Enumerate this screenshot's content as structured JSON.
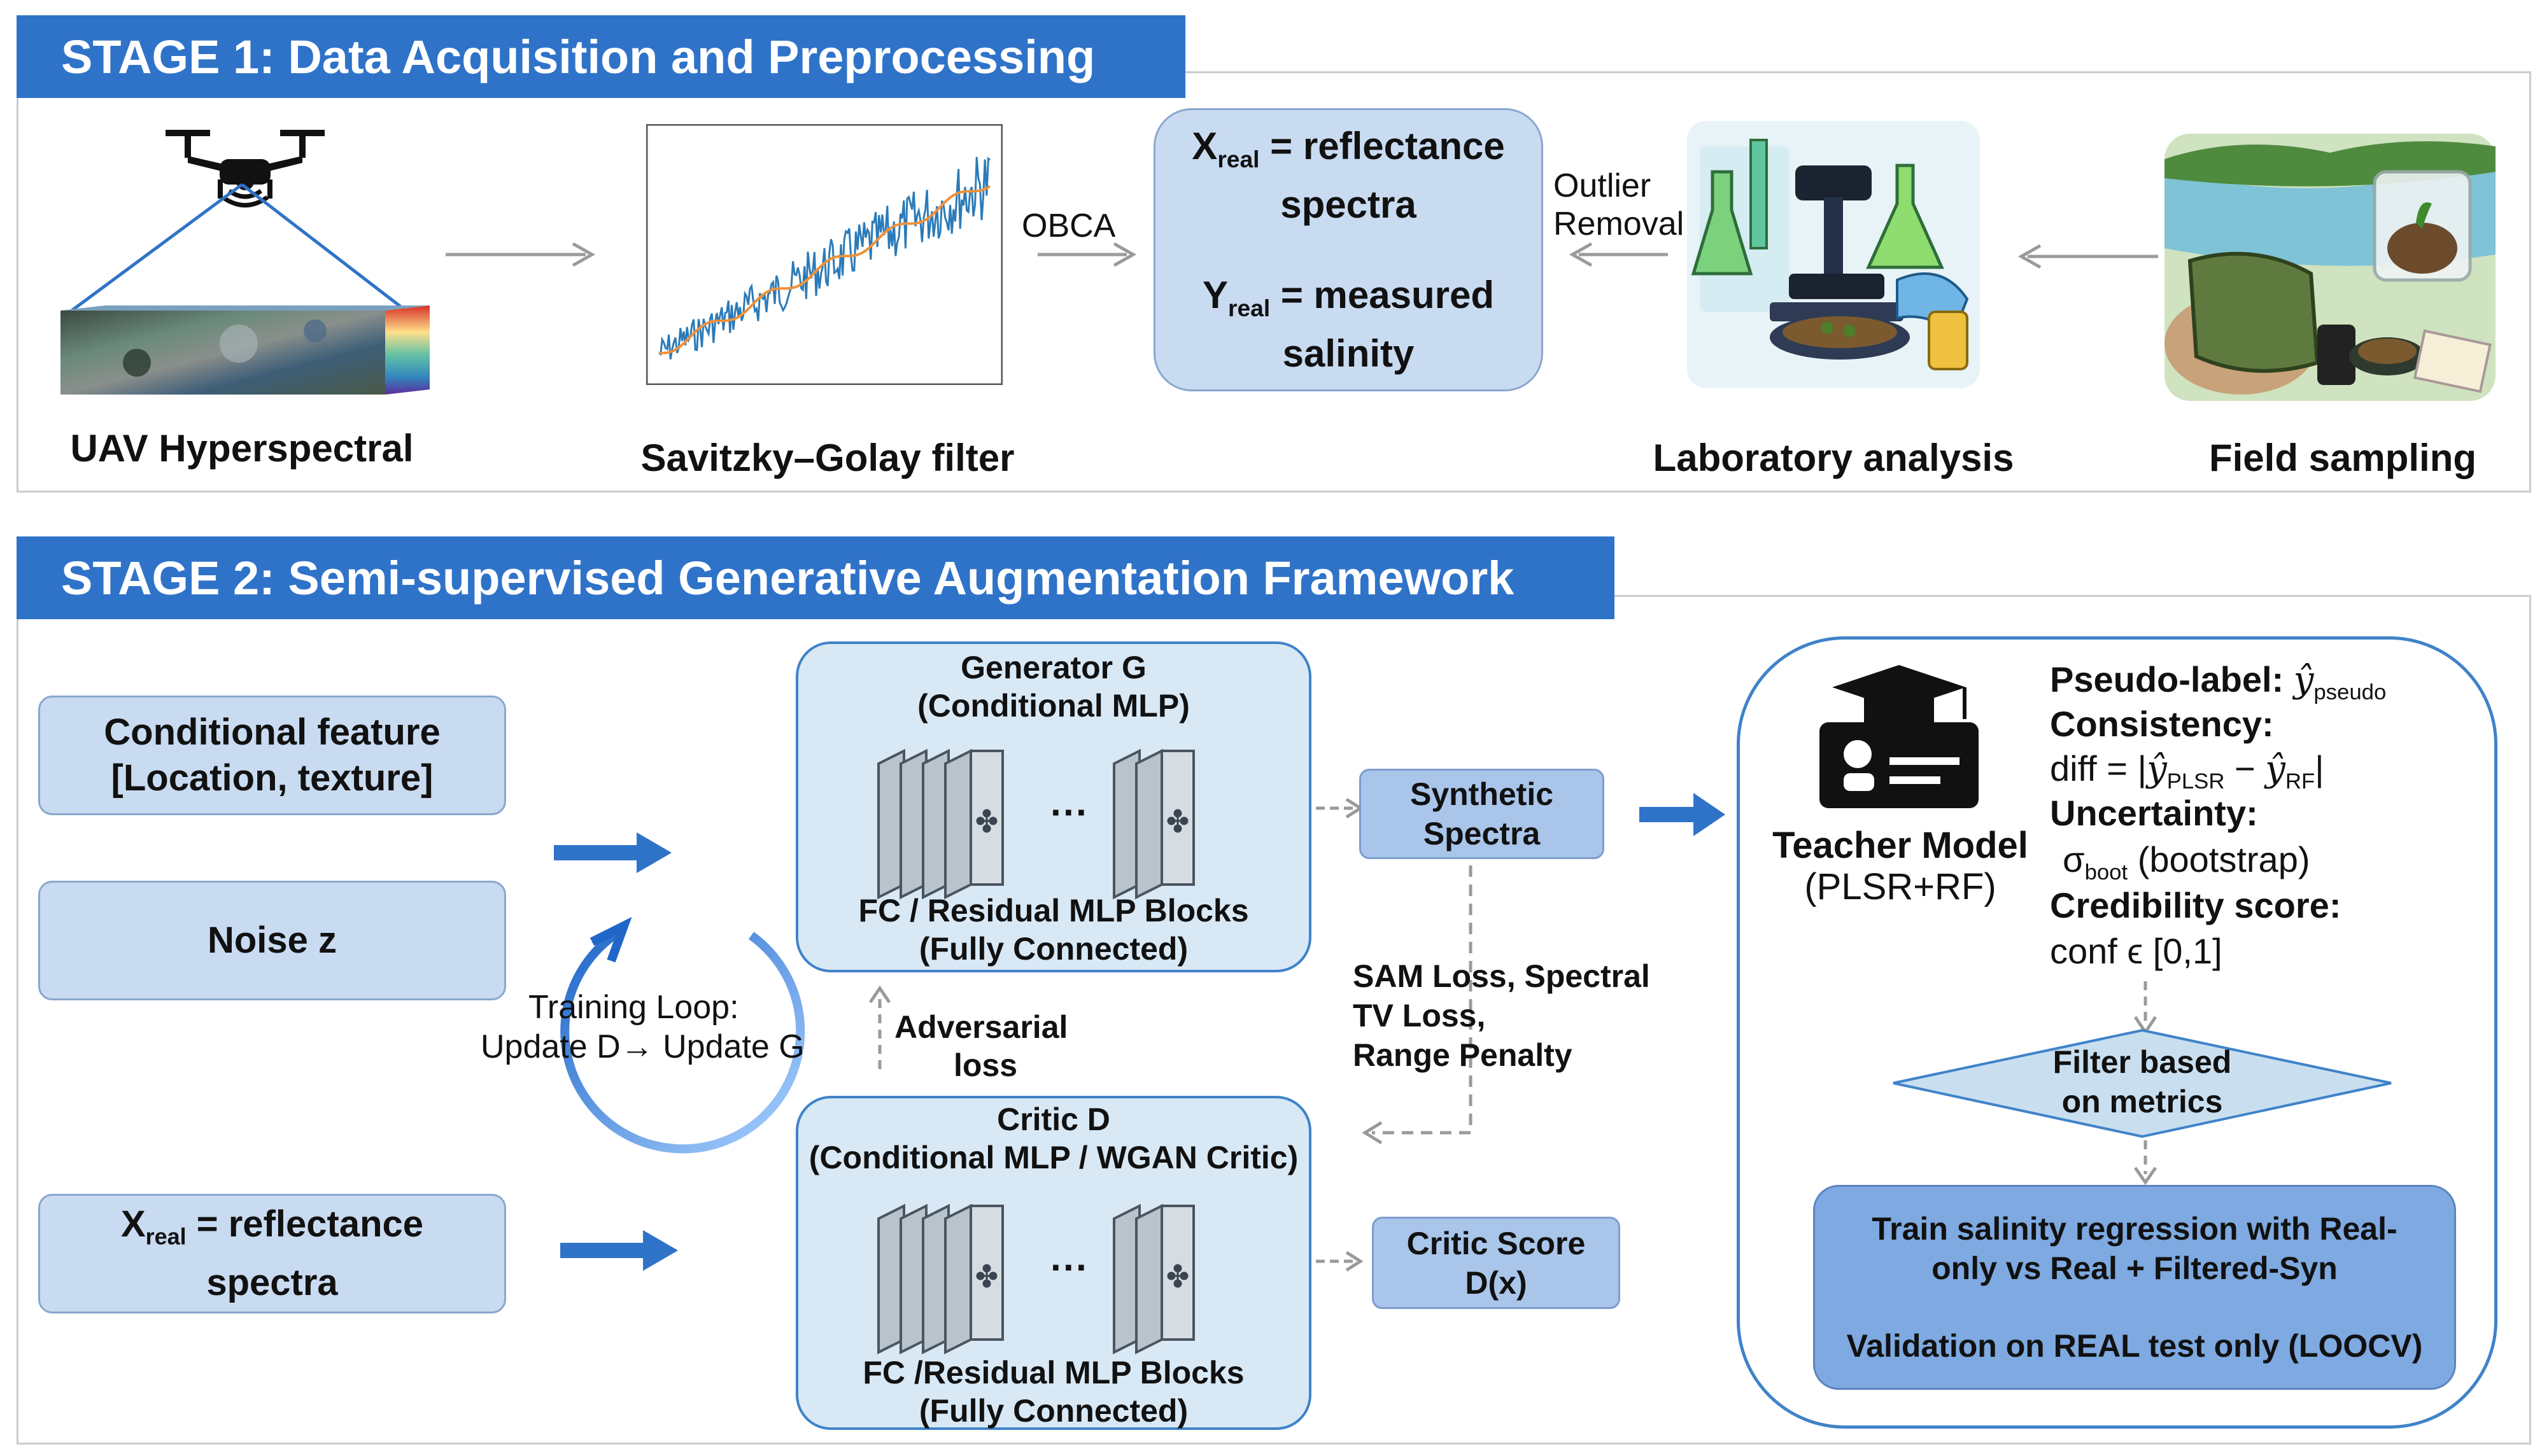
{
  "stage1": {
    "title": "STAGE 1: Data Acquisition and Preprocessing",
    "uav_label": "UAV Hyperspectral",
    "sg_label": "Savitzky–Golay filter",
    "obca": "OBCA",
    "xreal_eq": "= reflectance",
    "xreal_line2": "spectra",
    "yreal_eq": "= measured",
    "yreal_line2": "salinity",
    "x_sym": "X",
    "y_sym": "Y",
    "sub_real": "real",
    "outlier_1": "Outlier",
    "outlier_2": "Removal",
    "lab_label": "Laboratory analysis",
    "field_label": "Field sampling"
  },
  "stage2": {
    "title": "STAGE 2: Semi-supervised Generative Augmentation Framework",
    "cond_feature_1": "Conditional feature",
    "cond_feature_2": "[Location, texture]",
    "noise": "Noise z",
    "xreal_input_sym": "X",
    "xreal_input_sub": "real",
    "xreal_input_1": " = reflectance",
    "xreal_input_2": "spectra",
    "loop_1": "Training Loop:",
    "loop_2": "Update D→ Update G",
    "generator_title_1": "Generator G",
    "generator_title_2": "(Conditional MLP)",
    "generator_blocks_1": "FC / Residual MLP Blocks",
    "generator_blocks_2": "(Fully Connected)",
    "adversarial_1": "Adversarial",
    "adversarial_2": "loss",
    "critic_title_1": "Critic D",
    "critic_title_2": "(Conditional MLP / WGAN Critic)",
    "critic_blocks_1": "FC /Residual MLP Blocks",
    "critic_blocks_2": "(Fully Connected)",
    "synthetic_1": "Synthetic",
    "synthetic_2": "Spectra",
    "losses_1": "SAM Loss, Spectral",
    "losses_2": "TV Loss,",
    "losses_3": "Range Penalty",
    "critic_score_1": "Critic Score",
    "critic_score_2": "D(x)",
    "ellipsis": "···",
    "teacher_1": "Teacher Model",
    "teacher_2": "(PLSR+RF)",
    "pseudo_label": "Pseudo-label:",
    "pseudo_sub": "pseudo",
    "consistency": "Consistency:",
    "diff_prefix": "diff = |",
    "sub_plsr": "PLSR",
    "sub_rf": "RF",
    "uncertainty": "Uncertainty:",
    "sigma_sub": "boot",
    "bootstrap": " (bootstrap)",
    "credibility": "Credibility score:",
    "conf": "conf ϵ [0,1]",
    "filter_1": "Filter based",
    "filter_2": "on metrics",
    "train_1": "Train salinity regression with Real-",
    "train_2": "only vs Real + Filtered-Syn",
    "validation": "Validation on REAL test only (LOOCV)"
  },
  "colors": {
    "header_blue": "#2f73c9",
    "box_light": "#c9dbf1",
    "box_blue": "#a9c5ea",
    "panel_bg": "#d8e8f5",
    "arrow_blue": "#2f73c9"
  }
}
